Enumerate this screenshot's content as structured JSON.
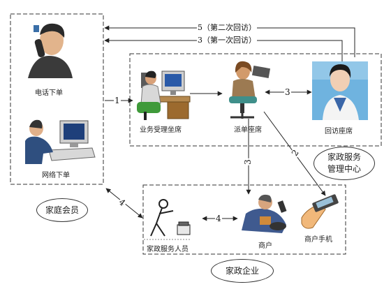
{
  "nodes": {
    "phone_order": "电话下单",
    "web_order": "网络下单",
    "service_desk": "业务受理坐席",
    "dispatch_desk": "派单座席",
    "callback_desk": "回访座席",
    "merchant": "商户",
    "merchant_phone": "商户手机",
    "service_staff": "家政服务人员"
  },
  "groups": {
    "home_member": "家庭会员",
    "center_line1": "家政服务",
    "center_line2": "管理中心",
    "enterprise": "家政企业"
  },
  "arrows": {
    "second_callback": "5（第二次回访）",
    "first_callback": "3（第一次回访）",
    "step1": "1",
    "step3": "3",
    "step3_down": "3",
    "step2": "2",
    "step4": "4",
    "step4_member": "4"
  }
}
